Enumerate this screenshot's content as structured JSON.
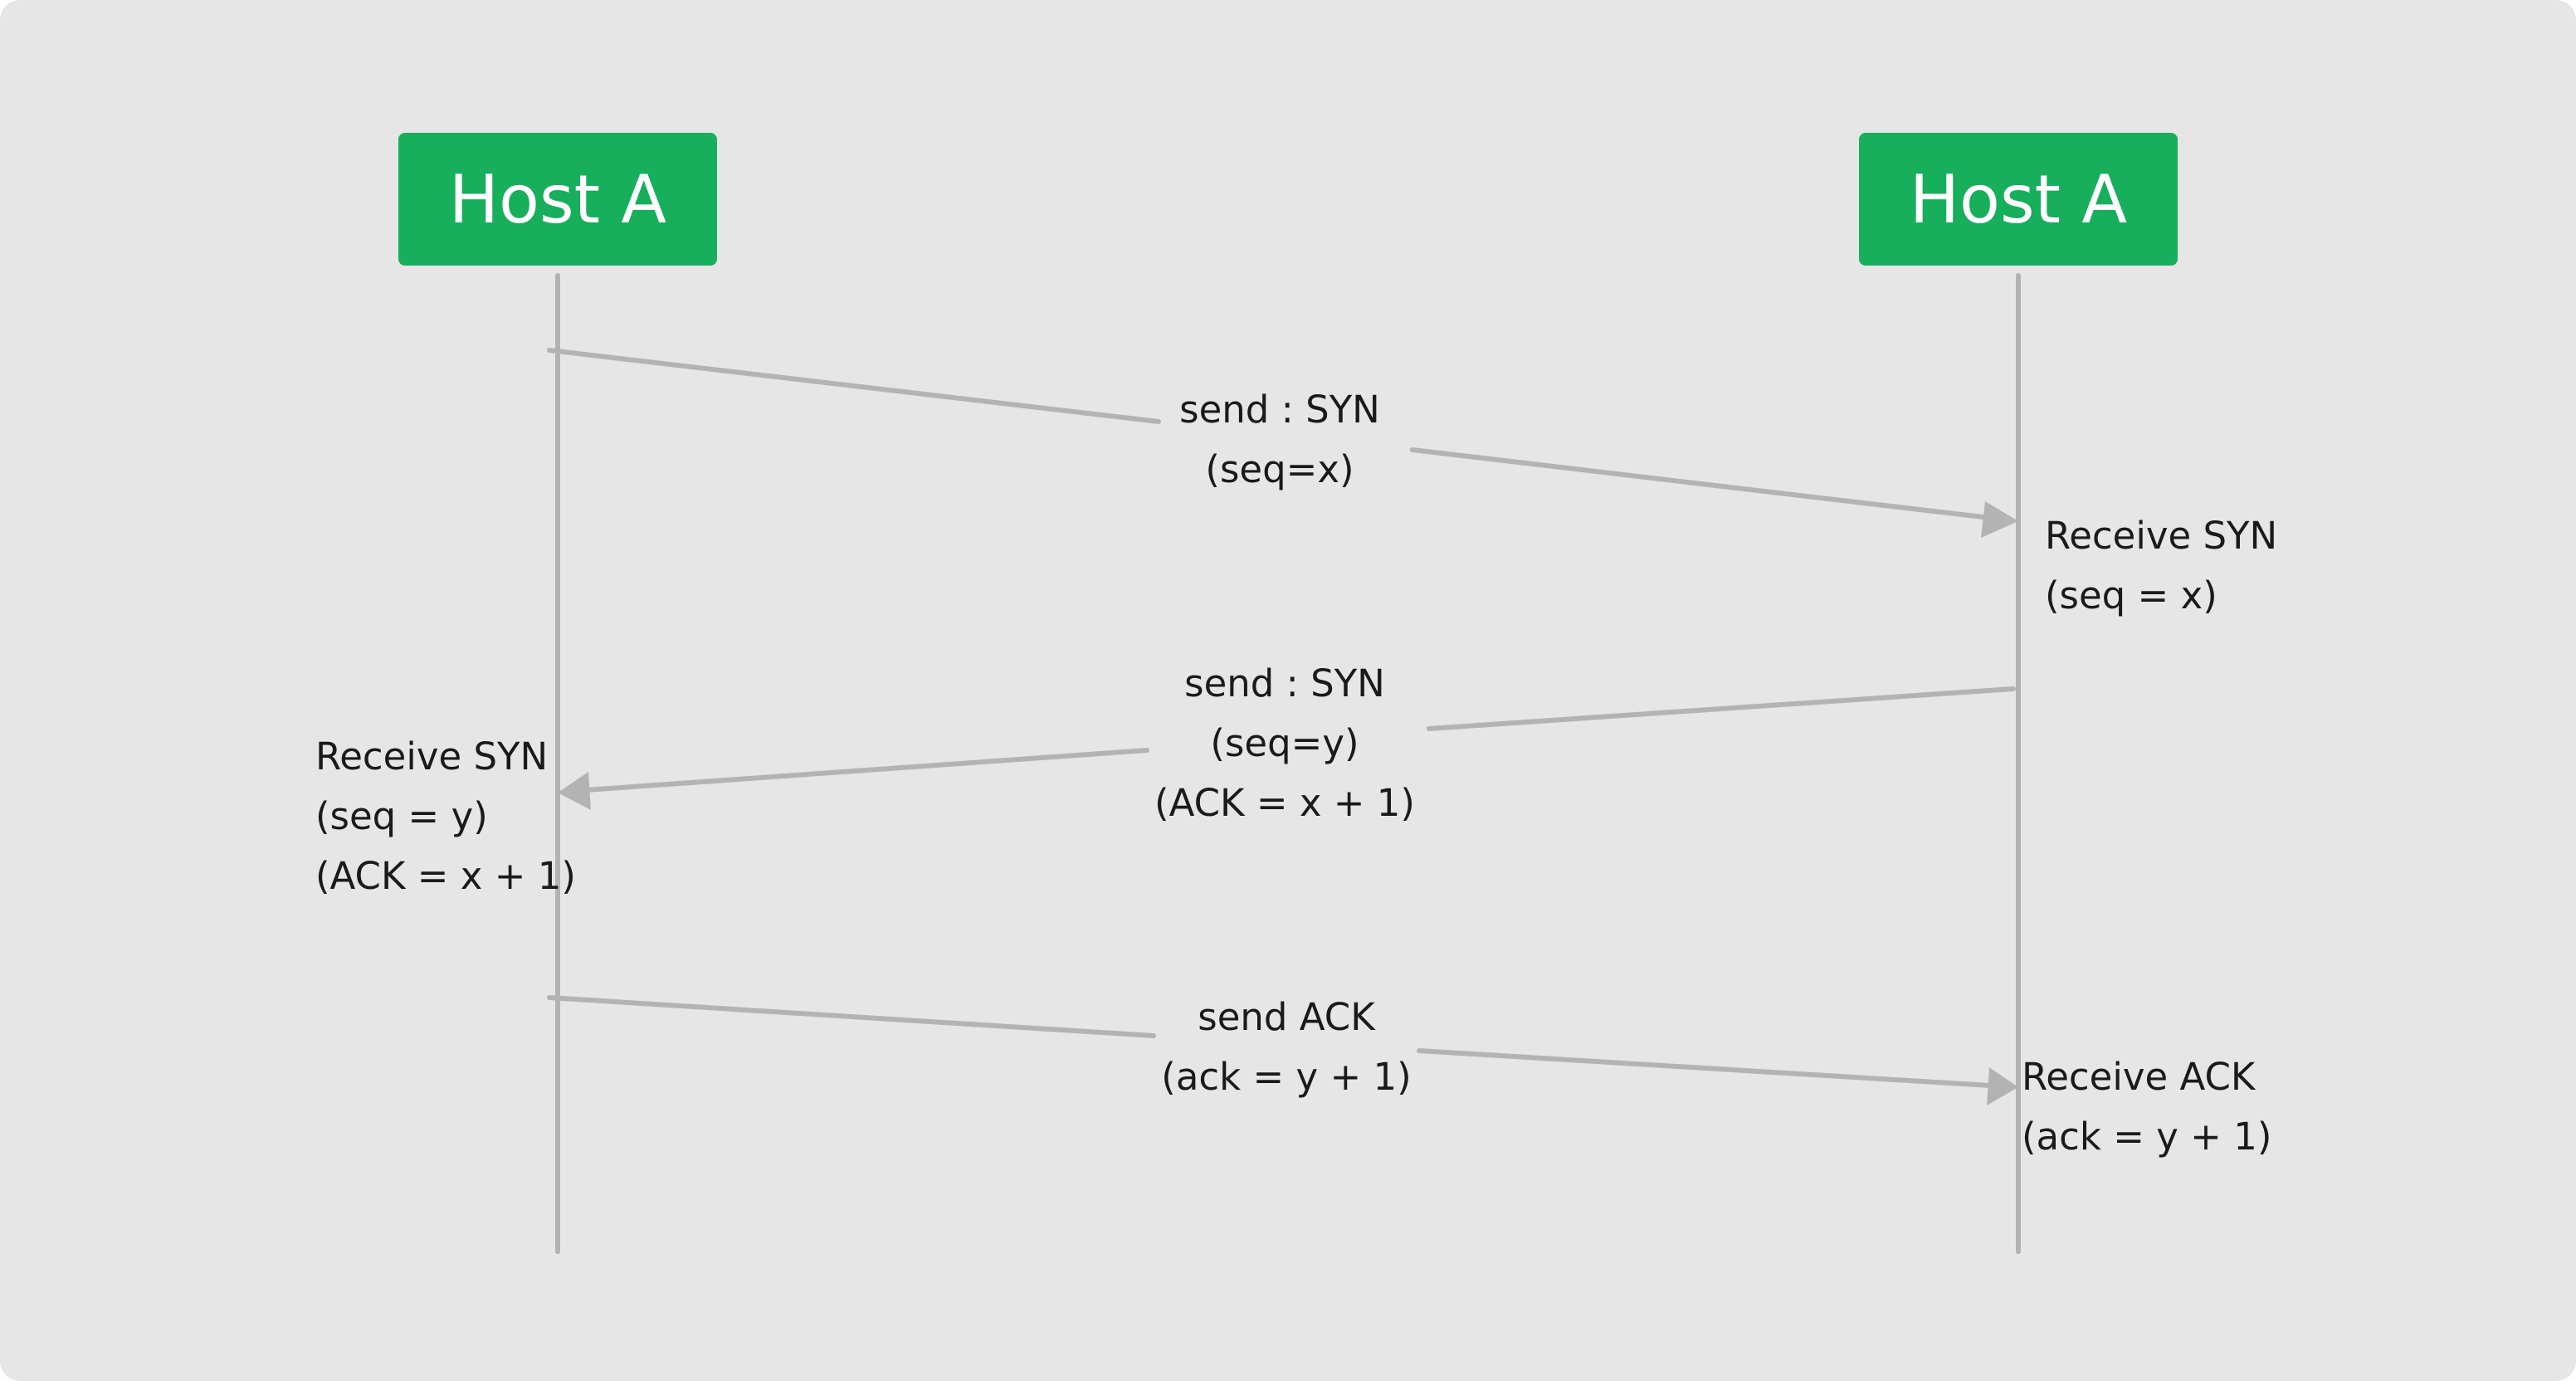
{
  "hosts": {
    "left": {
      "name": "Host A"
    },
    "right": {
      "name": "Host A"
    }
  },
  "messages": {
    "syn_1": {
      "line1": "send : SYN",
      "line2": "(seq=x)"
    },
    "syn_2": {
      "line1": "send : SYN",
      "line2": "(seq=y)",
      "line3": "(ACK = x + 1)"
    },
    "ack": {
      "line1": "send ACK",
      "line2": "(ack = y + 1)"
    }
  },
  "receives": {
    "syn_right": {
      "line1": "Receive SYN",
      "line2": "(seq = x)"
    },
    "syn_left": {
      "line1": "Receive SYN",
      "line2": "(seq = y)",
      "line3": "(ACK = x + 1)"
    },
    "ack_right": {
      "line1": "Receive ACK",
      "line2": "(ack = y + 1)"
    }
  },
  "colors": {
    "background": "#e6e6e6",
    "host_fill": "#17ae5c",
    "host_text": "#ffffff",
    "line": "#b3b3b3",
    "text": "#1a1a1a"
  }
}
